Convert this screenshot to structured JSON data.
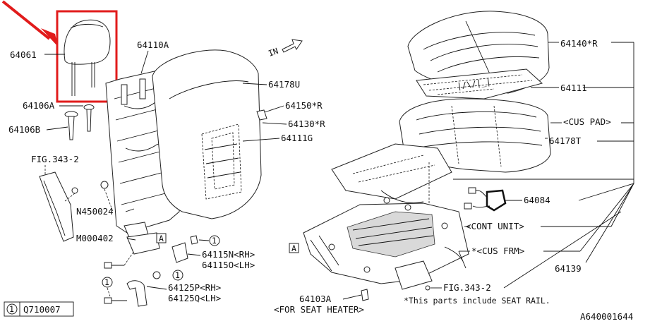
{
  "colors": {
    "highlight": "#e11b1b",
    "ink": "#111111"
  },
  "labels": {
    "p64061": "64061",
    "p64110A": "64110A",
    "p64178U": "64178U",
    "p64150R": "64150*R",
    "p64130R": "64130*R",
    "p64111G": "64111G",
    "p64106A": "64106A",
    "p64106B": "64106B",
    "fig343_2_left": "FIG.343-2",
    "n450024": "N450024",
    "m000402": "M000402",
    "p64115N": "64115N<RH>",
    "p64115O": "64115O<LH>",
    "p64125P": "64125P<RH>",
    "p64125Q": "64125Q<LH>",
    "p64140R": "64140*R",
    "p64111": "64111",
    "cus_pad": "<CUS PAD>",
    "p64178T": "64178T",
    "p64084": "64084",
    "cont_unit": "<CONT UNIT>",
    "cus_frm": "*<CUS FRM>",
    "p64139": "64139",
    "fig343_2_right": "FIG.343-2",
    "p64103A": "64103A",
    "seat_heater": "<FOR SEAT HEATER>",
    "seat_rail_note": "*This parts include SEAT RAIL.",
    "in_marker": "IN",
    "callout_a_left": "A",
    "callout_a_right": "A",
    "circle_one": "1",
    "legend_num": "1",
    "legend_code": "Q710007",
    "drawing_id": "A640001644"
  },
  "icons": {
    "headrest": "headrest-icon",
    "seatback_frame": "seatback-frame-icon",
    "seatback_pad": "seatback-pad-icon",
    "cushion_cover": "cushion-cover-icon",
    "cushion_pad": "cushion-pad-icon",
    "cushion_frame": "cushion-frame-icon",
    "harness": "wire-harness-icon",
    "direction_arrow": "direction-arrow-icon"
  }
}
